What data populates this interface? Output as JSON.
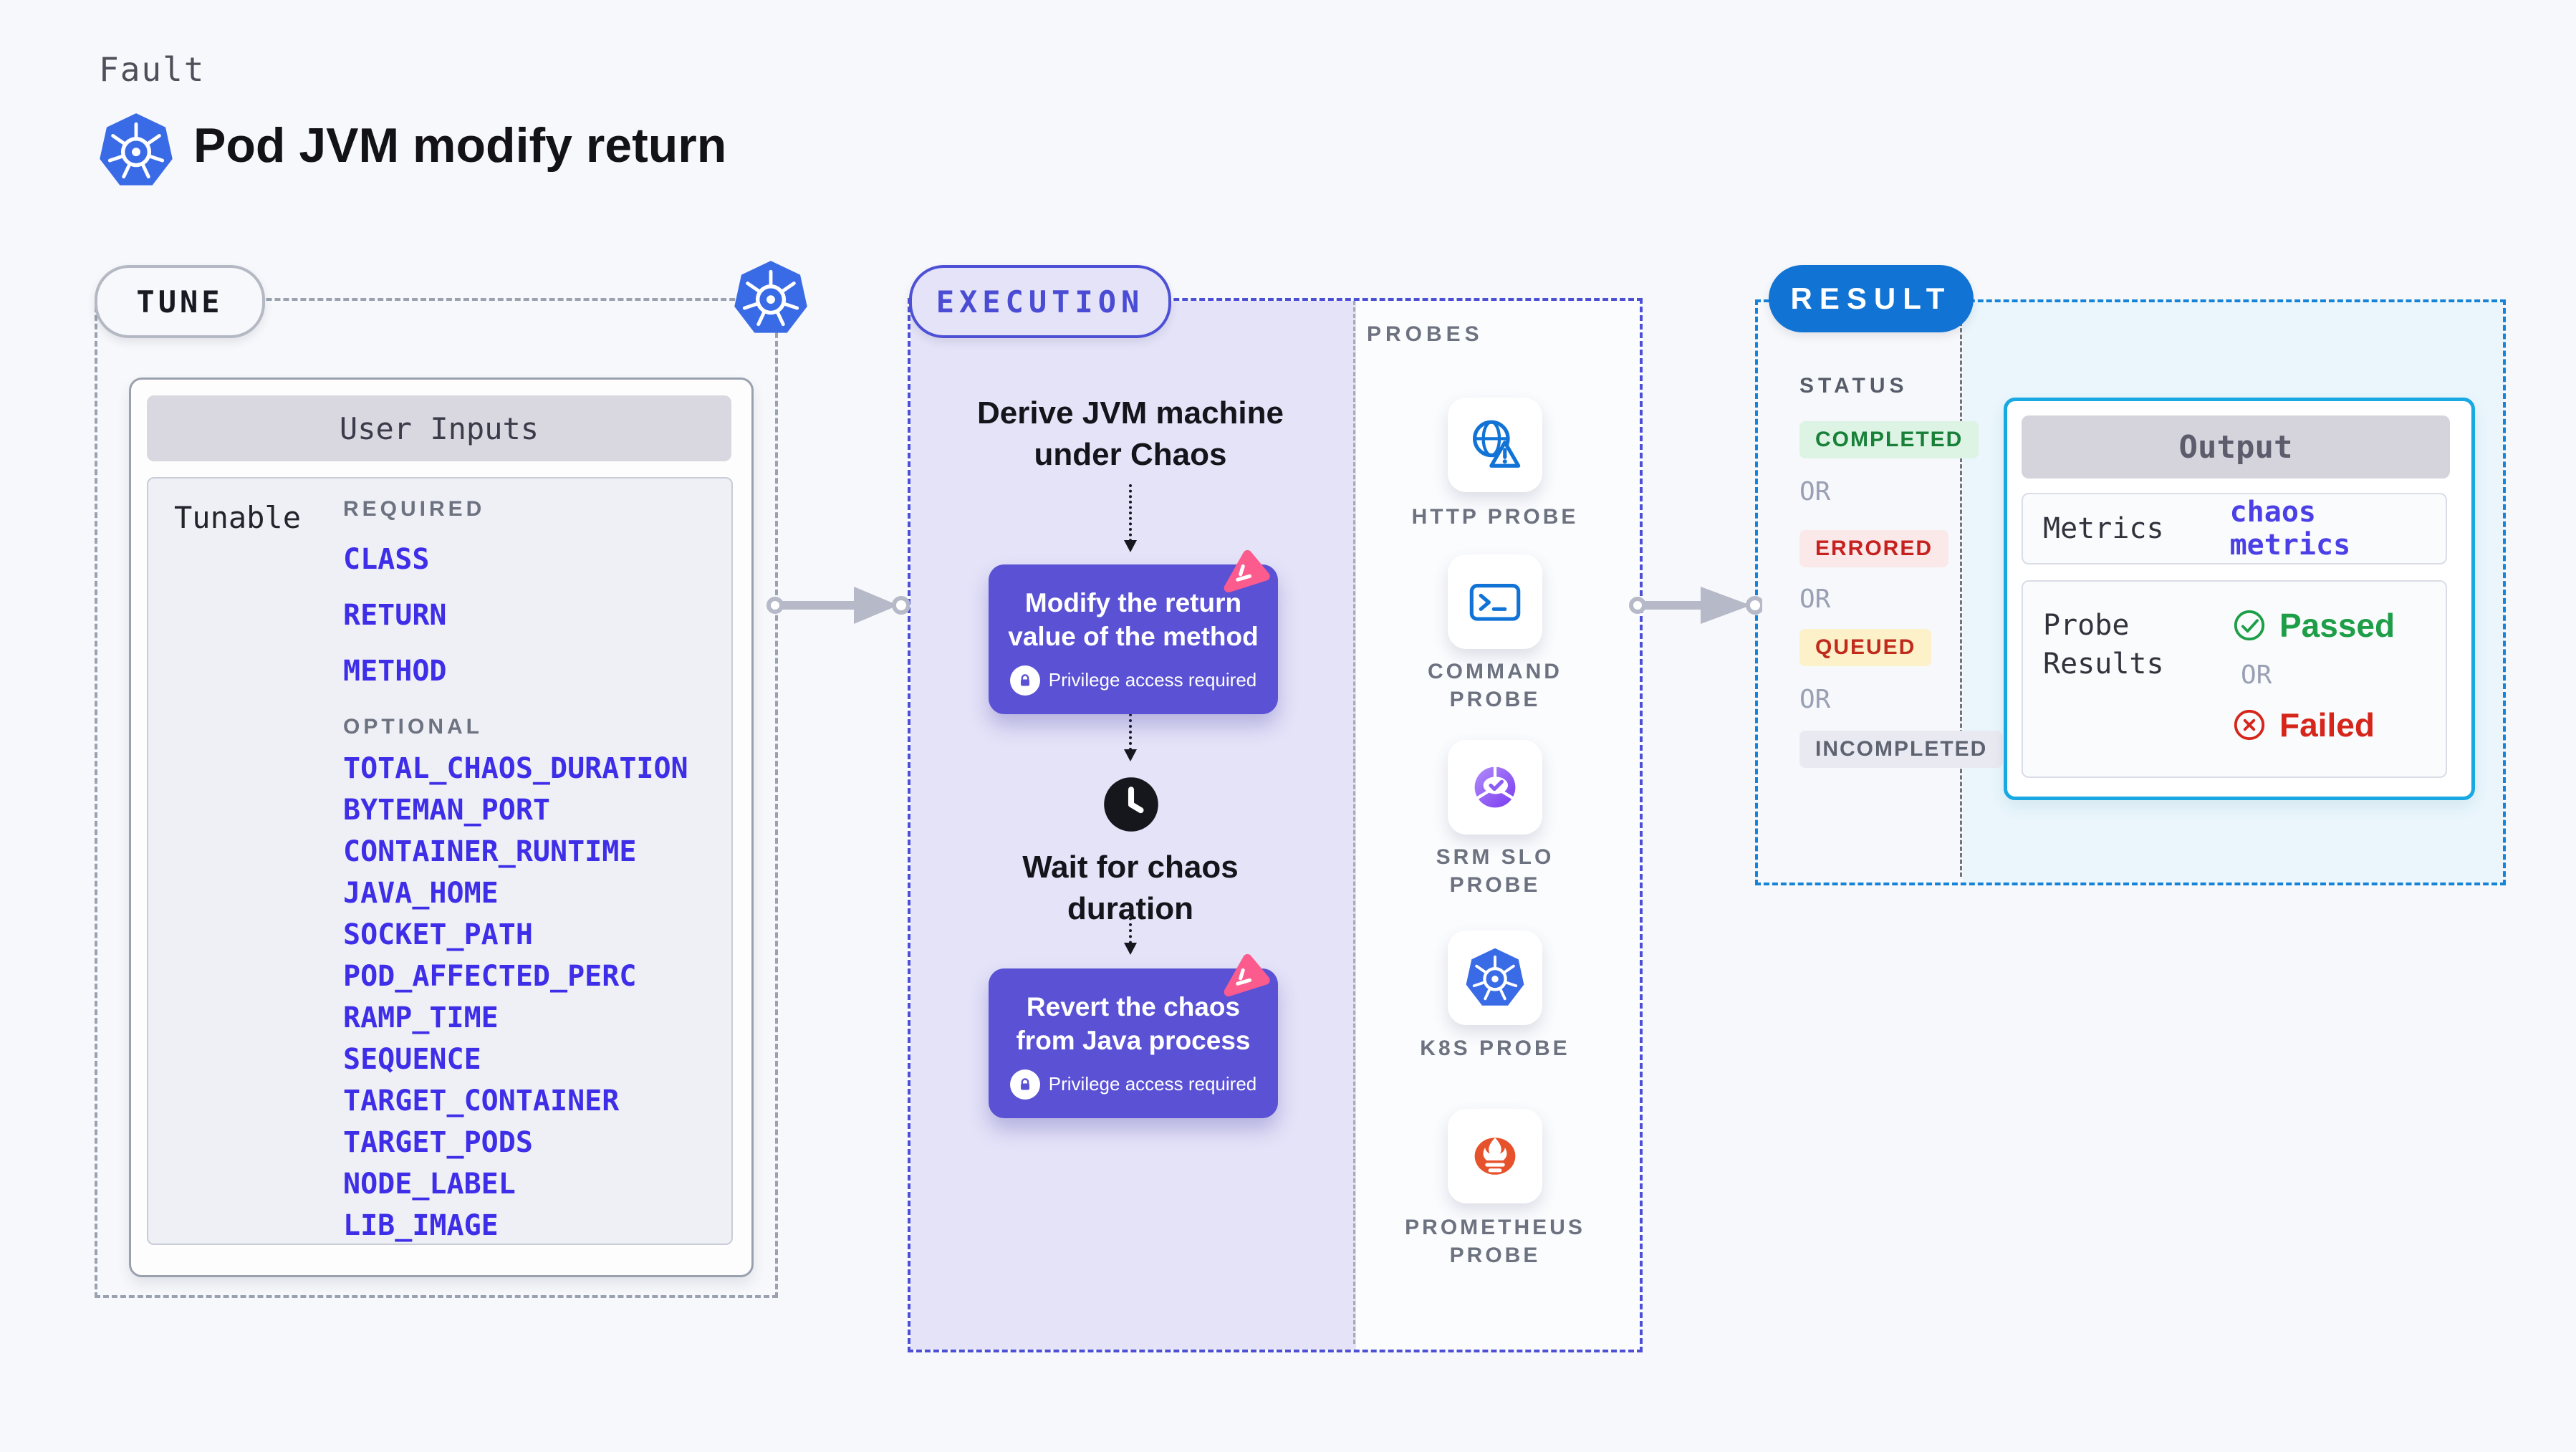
{
  "header": {
    "kicker": "Fault",
    "title": "Pod JVM modify return"
  },
  "tune": {
    "pill": "TUNE",
    "card_title": "User Inputs",
    "row_label": "Tunable",
    "required_heading": "REQUIRED",
    "required_items": [
      "CLASS",
      "RETURN",
      "METHOD"
    ],
    "optional_heading": "OPTIONAL",
    "optional_items": [
      "TOTAL_CHAOS_DURATION",
      "BYTEMAN_PORT",
      "CONTAINER_RUNTIME",
      "JAVA_HOME",
      "SOCKET_PATH",
      "POD_AFFECTED_PERC",
      "RAMP_TIME",
      "SEQUENCE",
      "TARGET_CONTAINER",
      "TARGET_PODS",
      "NODE_LABEL",
      "LIB_IMAGE"
    ]
  },
  "execution": {
    "pill": "EXECUTION",
    "step_derive": "Derive JVM machine under Chaos",
    "step_modify": "Modify the return value of the method",
    "step_wait": "Wait for chaos duration",
    "step_revert": "Revert the chaos from Java process",
    "privilege_badge": "Privilege access required"
  },
  "probes": {
    "heading": "PROBES",
    "items": [
      {
        "label": "HTTP PROBE",
        "icon": "globe-alert-icon"
      },
      {
        "label": "COMMAND PROBE",
        "icon": "terminal-icon"
      },
      {
        "label": "SRM SLO PROBE",
        "icon": "slo-check-icon"
      },
      {
        "label": "K8S PROBE",
        "icon": "kubernetes-icon"
      },
      {
        "label": "PROMETHEUS PROBE",
        "icon": "prometheus-icon"
      }
    ]
  },
  "result": {
    "pill": "RESULT",
    "status_heading": "STATUS",
    "or": "OR",
    "statuses": [
      {
        "label": "COMPLETED",
        "tone": "success"
      },
      {
        "label": "ERRORED",
        "tone": "error"
      },
      {
        "label": "QUEUED",
        "tone": "warning"
      },
      {
        "label": "INCOMPLETED",
        "tone": "neutral"
      }
    ],
    "output": {
      "title": "Output",
      "metrics_label": "Metrics",
      "metrics_value": "chaos metrics",
      "probe_results_label": "Probe Results",
      "passed": "Passed",
      "or": "OR",
      "failed": "Failed"
    }
  },
  "colors": {
    "page_bg": "#f7f8fb",
    "accent_indigo": "#4d50d5",
    "lavender_bg": "#e4e3f8",
    "step_purple": "#5a51d4",
    "link_indigo": "#3e2ee8",
    "result_blue": "#1173d3",
    "result_dash_blue": "#1584d8",
    "output_border_cyan": "#18a8e3",
    "success_green": "#188038",
    "error_red": "#c5221f",
    "queued_red": "#c02b1c",
    "pink": "#fb5b8d",
    "k8s_blue": "#3a6be6",
    "prometheus_orange": "#e6522c"
  }
}
